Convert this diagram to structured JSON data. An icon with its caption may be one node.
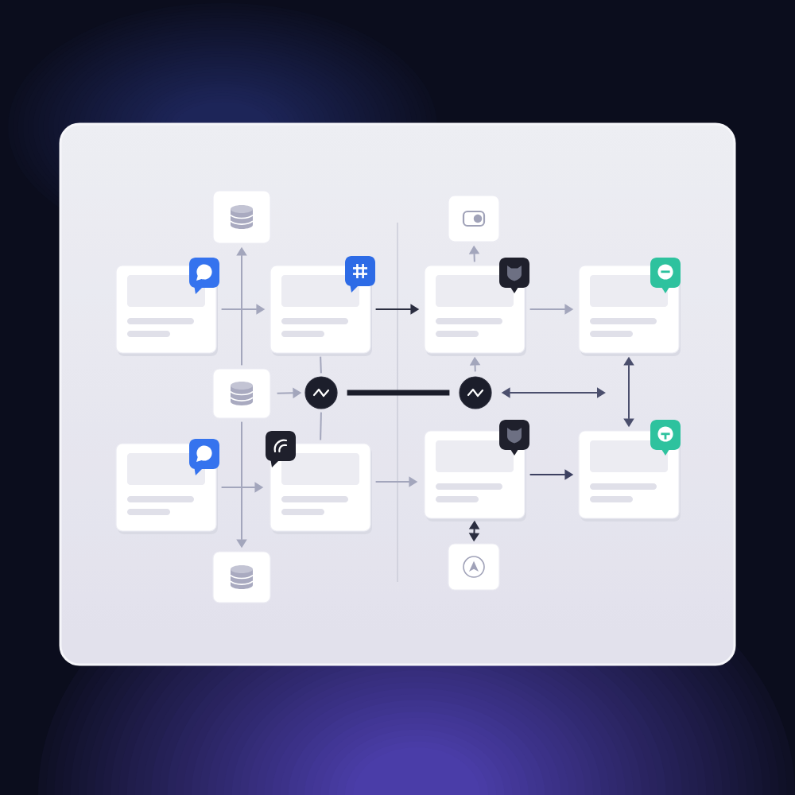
{
  "diagram": {
    "nodes": [
      {
        "text": [],
        "shape": "box"
      },
      {
        "text": [],
        "shape": "box"
      },
      {
        "text": [],
        "shape": "box"
      },
      {
        "text": [],
        "shape": "box"
      },
      {
        "text": [],
        "shape": "box"
      },
      {
        "text": [],
        "shape": "box"
      },
      {
        "text": [],
        "shape": "box"
      },
      {
        "text": [],
        "shape": "circle"
      },
      {
        "text": [],
        "shape": "circle"
      },
      {
        "text": [],
        "shape": "box"
      },
      {
        "text": [],
        "shape": "box"
      },
      {
        "text": [],
        "shape": "box"
      },
      {
        "text": [],
        "shape": "box"
      },
      {
        "text": [],
        "shape": "box"
      },
      {
        "text": [],
        "shape": "box"
      }
    ],
    "edges": [
      {
        "from": 2,
        "to": 3,
        "arrow": "to"
      },
      {
        "from": 6,
        "to": 0,
        "arrow": "to"
      },
      {
        "from": 6,
        "to": 13,
        "arrow": "to"
      },
      {
        "from": 6,
        "to": 7,
        "arrow": "to"
      },
      {
        "from": 7,
        "to": 3,
        "arrow": "none"
      },
      {
        "from": 7,
        "to": 10,
        "arrow": "none"
      },
      {
        "from": 7,
        "to": 8,
        "arrow": "none",
        "style": "thick",
        "color": "#1b1d2a"
      },
      {
        "from": 3,
        "to": 4,
        "arrow": "to",
        "color": "#2b2e40"
      },
      {
        "from": 4,
        "to": 5,
        "arrow": "to"
      },
      {
        "from": 4,
        "to": 1,
        "arrow": "to"
      },
      {
        "from": 8,
        "to": 4,
        "arrow": "to"
      },
      {
        "from": 8,
        "to": null,
        "arrow": "both",
        "color": "#4b4f6d"
      },
      {
        "from": 5,
        "to": 12,
        "arrow": "both",
        "color": "#4b4f6d"
      },
      {
        "from": 9,
        "to": 10,
        "arrow": "to"
      },
      {
        "from": 10,
        "to": 11,
        "arrow": "to"
      },
      {
        "from": 11,
        "to": 12,
        "arrow": "to",
        "color": "#3c4060"
      },
      {
        "from": 11,
        "to": 14,
        "arrow": "both",
        "color": "#2b2e40"
      }
    ]
  }
}
